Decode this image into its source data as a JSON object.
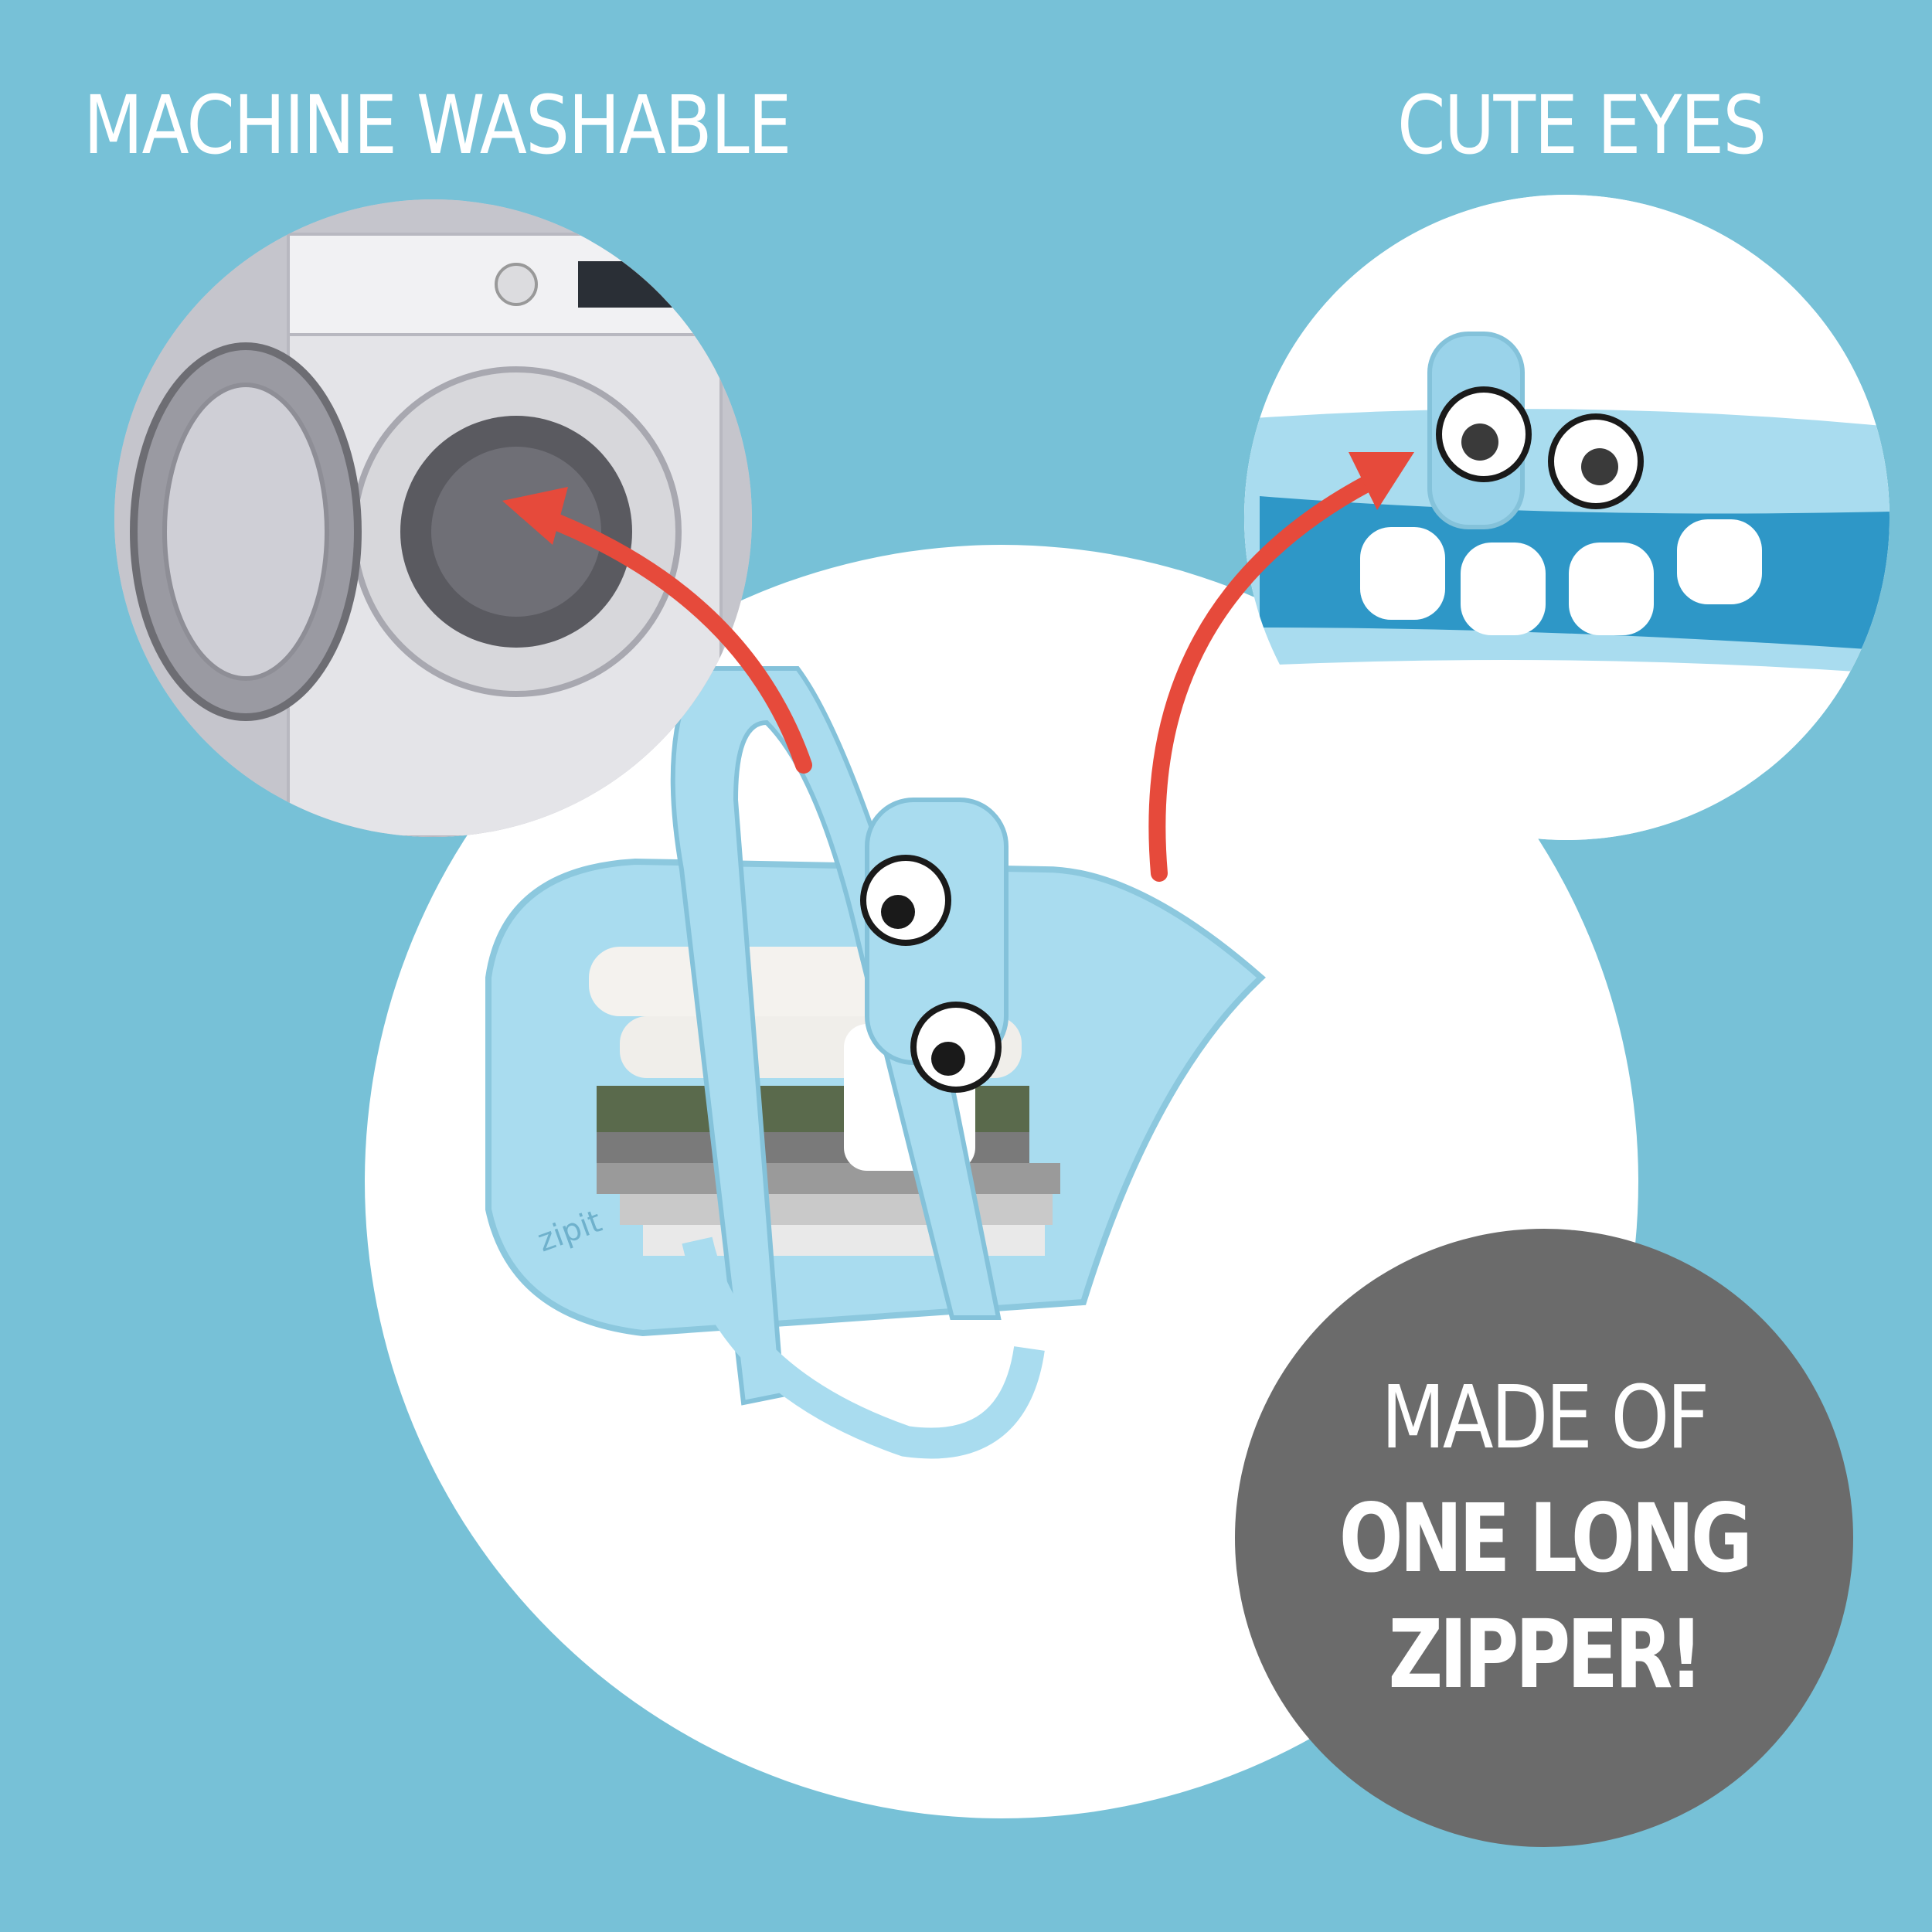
{
  "headings": {
    "left": "MACHINE WASHABLE",
    "right": "CUTE EYES"
  },
  "badge": {
    "line1": "MADE OF",
    "line2": "ONE LONG",
    "line3": "ZIPPER!"
  },
  "brand_mark": "zipit",
  "colors": {
    "background": "#77c1d7",
    "arrow": "#e64a3b",
    "badge": "#6b6b6b",
    "zipper": "#a9dcef"
  },
  "icons": [
    "washing-machine",
    "arrow",
    "zipper-pouch",
    "googly-eyes"
  ]
}
